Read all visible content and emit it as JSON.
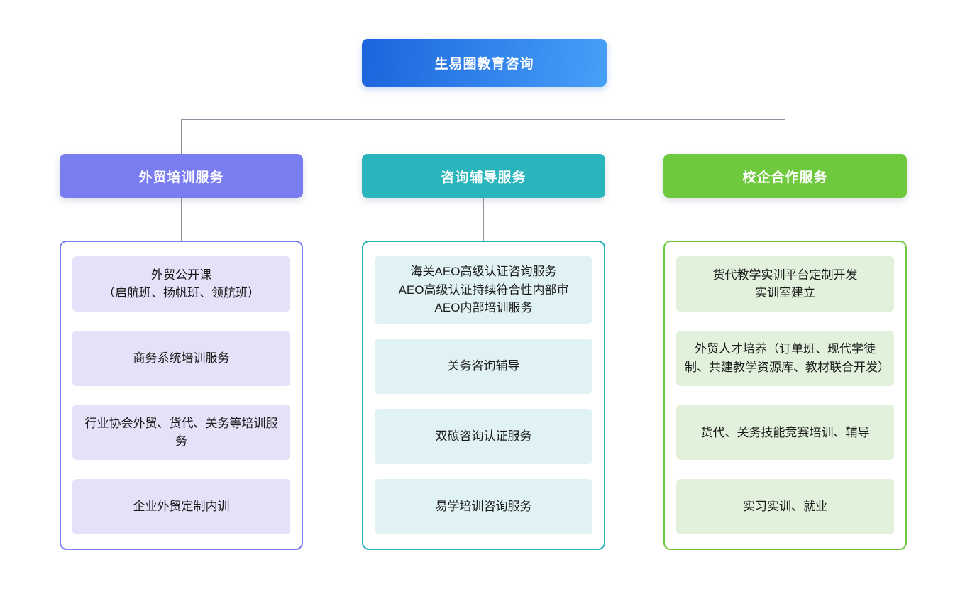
{
  "diagram": {
    "background": "#ffffff",
    "connector_color": "#8c929d",
    "root": {
      "label": "生易圈教育咨询",
      "gradient_start": "#1c64dd",
      "gradient_end": "#47a0f8",
      "text_color": "#ffffff"
    },
    "branches": [
      {
        "label": "外贸培训服务",
        "header_color": "#7a7df0",
        "border_color": "#7b7ef0",
        "item_bg": "#e4e2f8",
        "items": [
          "外贸公开课\n（启航班、扬帆班、领航班）",
          "商务系统培训服务",
          "行业协会外贸、货代、关务等培训服务",
          "企业外贸定制内训"
        ]
      },
      {
        "label": "咨询辅导服务",
        "header_color": "#2ab5bd",
        "border_color": "#2ab5bd",
        "item_bg": "#e0f2f4",
        "items": [
          "海关AEO高级认证咨询服务\nAEO高级认证持续符合性内部审\nAEO内部培训服务",
          "关务咨询辅导",
          "双碳咨询认证服务",
          "易学培训咨询服务"
        ]
      },
      {
        "label": "校企合作服务",
        "header_color": "#6fc93c",
        "border_color": "#6fc93c",
        "item_bg": "#e1f1dc",
        "items": [
          "货代教学实训平台定制开发\n实训室建立",
          "外贸人才培养（订单班、现代学徒制、共建教学资源库、教材联合开发）",
          "货代、关务技能竞赛培训、辅导",
          "实习实训、就业"
        ]
      }
    ]
  }
}
